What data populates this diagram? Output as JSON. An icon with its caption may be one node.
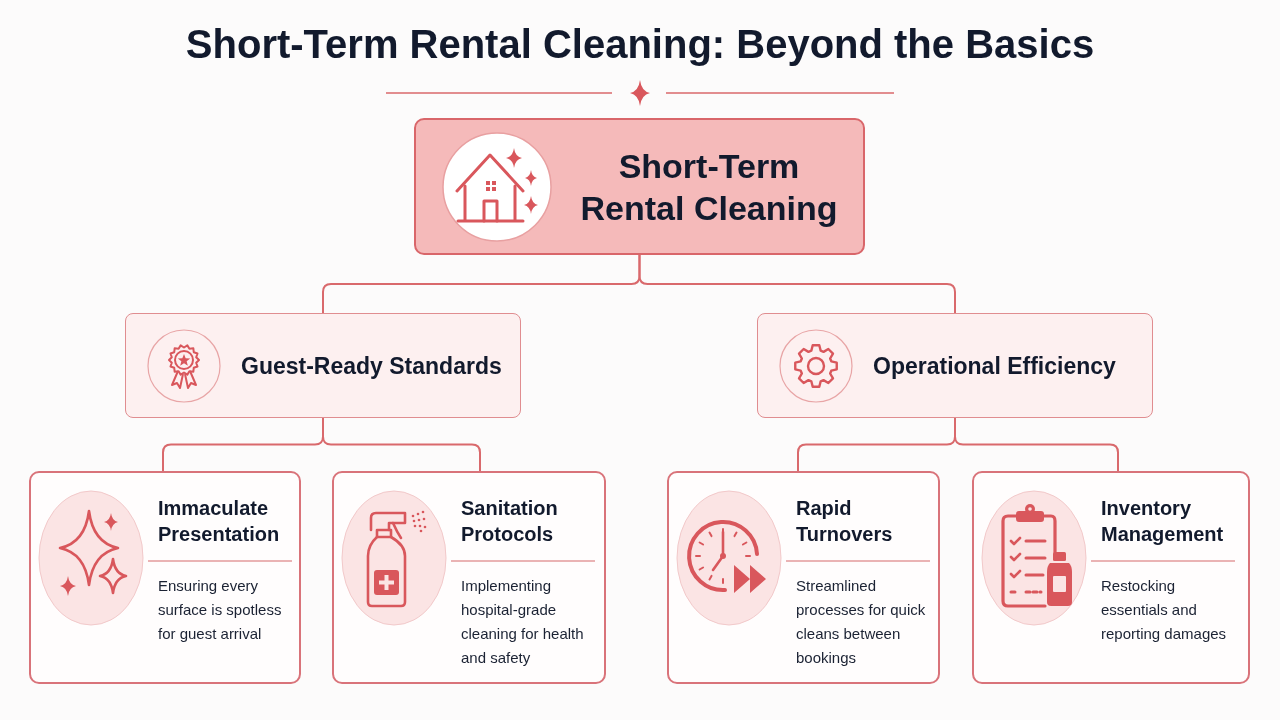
{
  "diagram": {
    "title": "Short-Term Rental Cleaning: Beyond the Basics",
    "nodes": [
      {
        "text": [
          "Short-Term Rental Cleaning"
        ]
      },
      {
        "text": [
          "Guest-Ready Standards"
        ]
      },
      {
        "text": [
          "Operational Efficiency"
        ]
      },
      {
        "text": [
          "Immaculate Presentation",
          "Ensuring every surface is spotless for guest arrival"
        ]
      },
      {
        "text": [
          "Sanitation Protocols",
          "Implementing hospital-grade cleaning for health and safety"
        ]
      },
      {
        "text": [
          "Rapid Turnovers",
          "Streamlined processes for quick cleans between bookings"
        ]
      },
      {
        "text": [
          "Inventory Management",
          "Restocking essentials and reporting damages"
        ]
      }
    ],
    "edges": [
      {
        "from": 0,
        "to": 1,
        "arrow": "none"
      },
      {
        "from": 0,
        "to": 2,
        "arrow": "none"
      },
      {
        "from": 1,
        "to": 3,
        "arrow": "none"
      },
      {
        "from": 1,
        "to": 4,
        "arrow": "none"
      },
      {
        "from": 2,
        "to": 5,
        "arrow": "none"
      },
      {
        "from": 2,
        "to": 6,
        "arrow": "none"
      }
    ]
  }
}
